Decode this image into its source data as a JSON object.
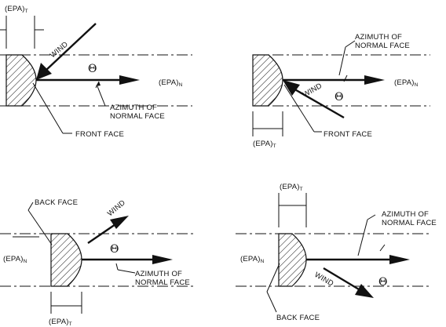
{
  "labels": {
    "epa_t": "(EPA)",
    "epa_n": "(EPA)",
    "sub_t": "T",
    "sub_n": "N",
    "wind": "WIND",
    "theta": "Θ",
    "azimuth_line1": "AZIMUTH OF",
    "azimuth_line2": "NORMAL FACE",
    "front_face": "FRONT FACE",
    "back_face": "BACK FACE"
  }
}
